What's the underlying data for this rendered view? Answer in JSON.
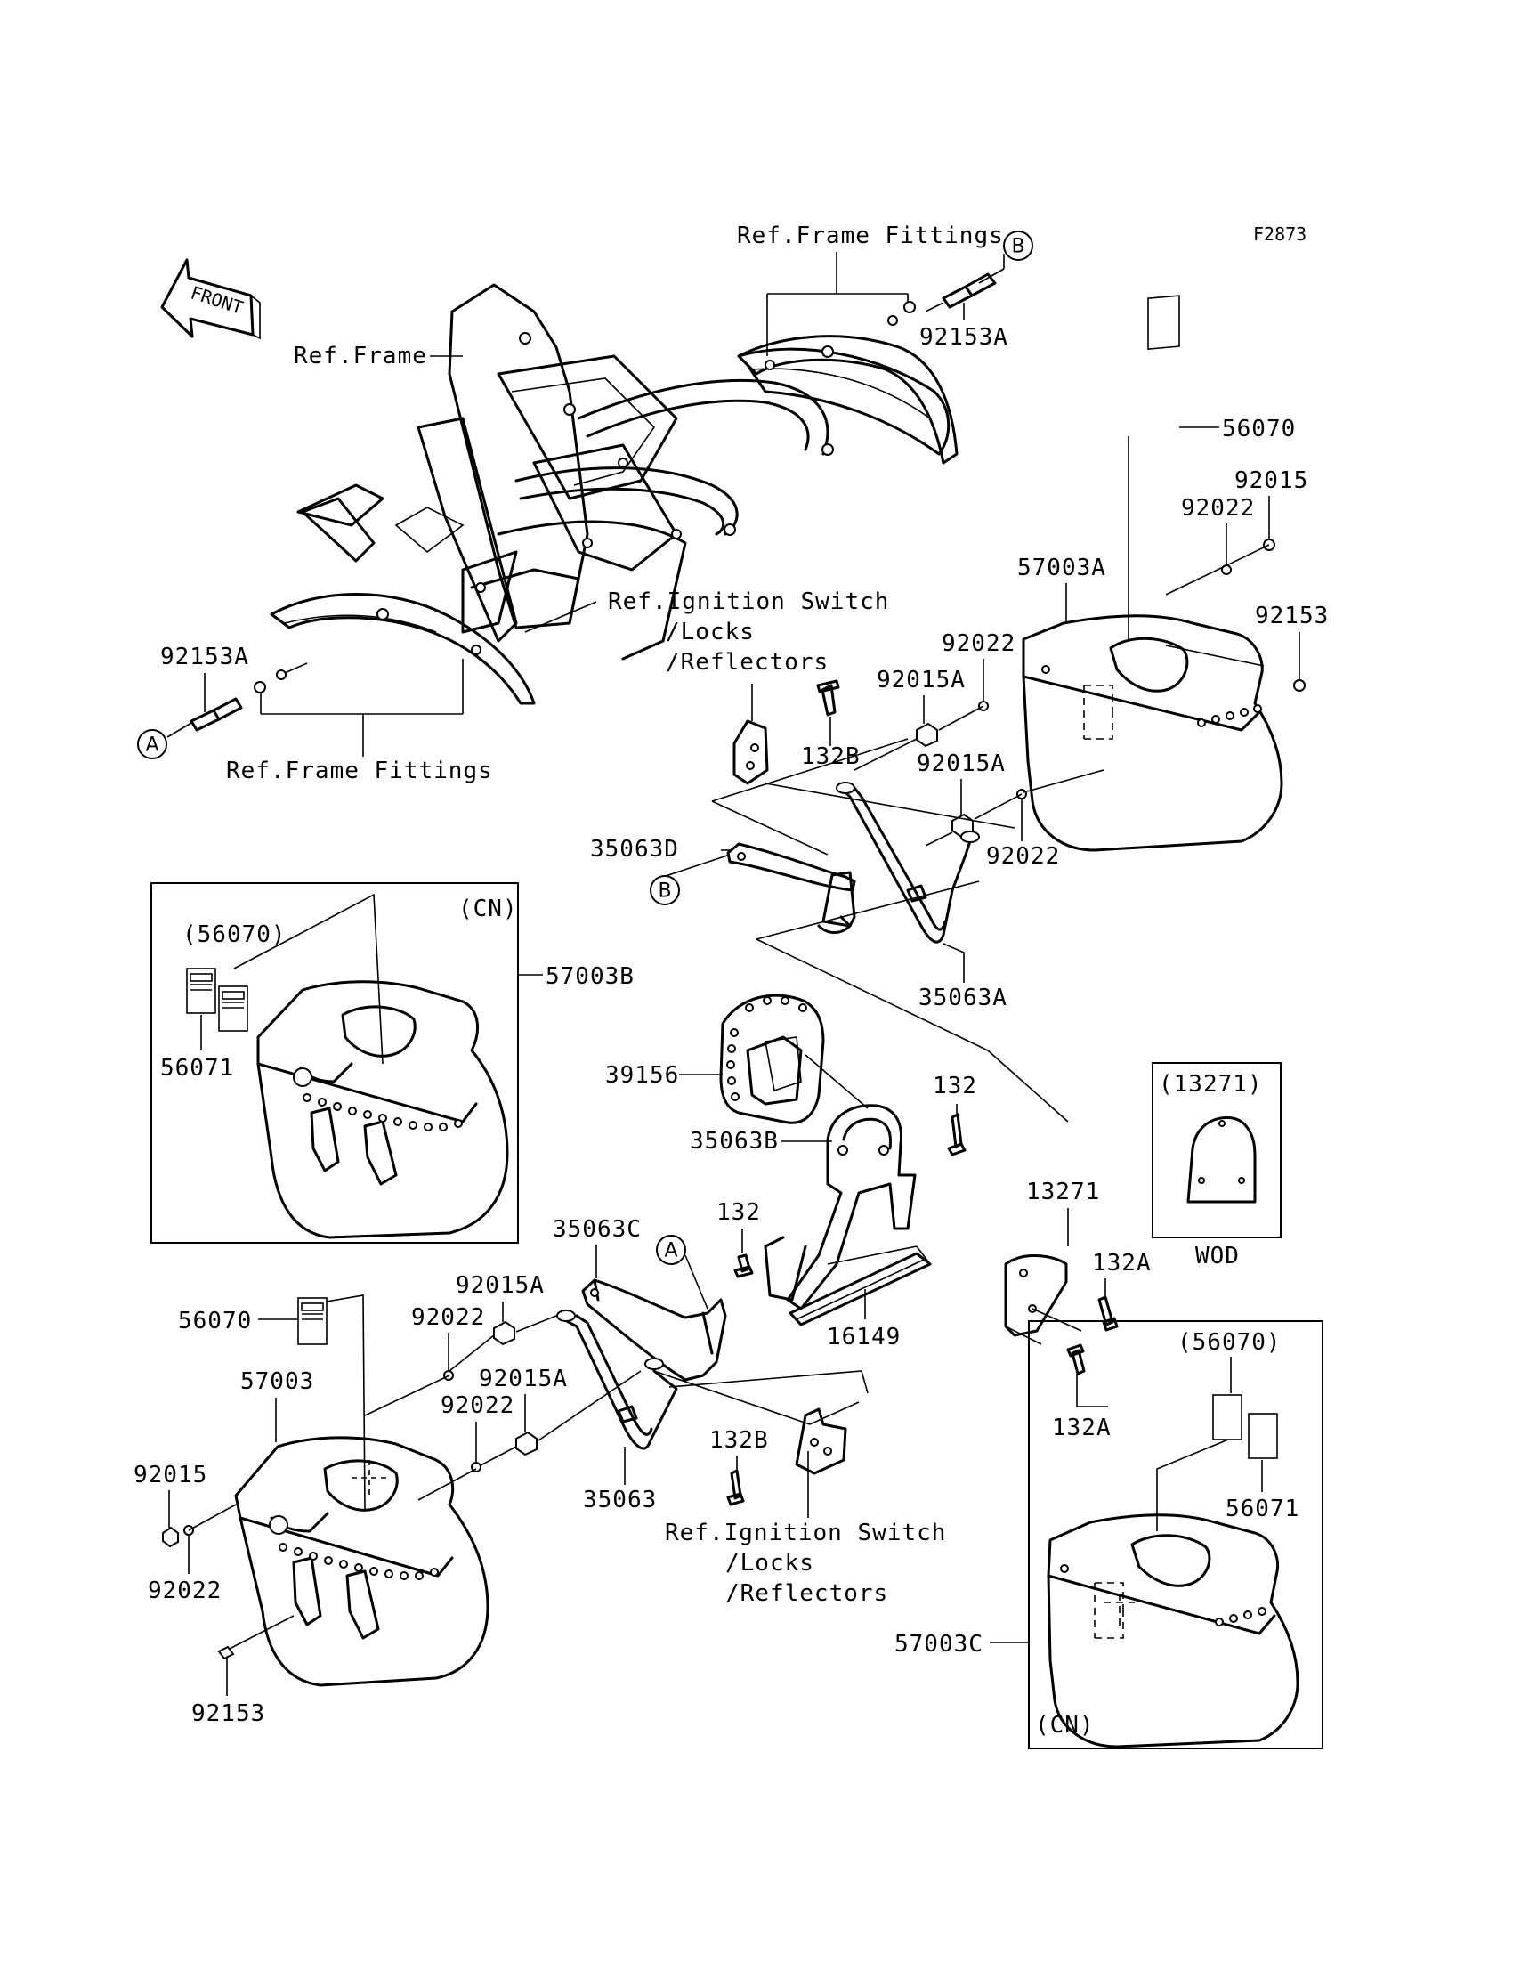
{
  "figure_code": "F2873",
  "direction_arrow": {
    "text": "FRONT"
  },
  "callouts": {
    "a": "A",
    "b": "B"
  },
  "references": {
    "frame": "Ref.Frame",
    "frame_fittings_top": "Ref.Frame Fittings",
    "frame_fittings_left": "Ref.Frame Fittings",
    "ignition_upper": [
      "Ref.Ignition Switch",
      "/Locks",
      "/Reflectors"
    ],
    "ignition_lower": [
      "Ref.Ignition Switch",
      "/Locks",
      "/Reflectors"
    ]
  },
  "variant_boxes": {
    "cn_left": {
      "title": "(CN)",
      "decal_ref": "(56070)"
    },
    "wod": {
      "title": "(13271)",
      "caption": "WOD"
    },
    "cn_right": {
      "title": "(CN)",
      "decal_ref": "(56070)"
    }
  },
  "part_labels": {
    "p92153A_top": "92153A",
    "p92153A_left": "92153A",
    "p56070_top": "56070",
    "p92015_top": "92015",
    "p92022_top1": "92022",
    "p57003A": "57003A",
    "p92153_top": "92153",
    "p92022_top2": "92022",
    "p92015A_top1": "92015A",
    "p132B_top": "132B",
    "p92015A_top2": "92015A",
    "p92022_top3": "92022",
    "p35063D": "35063D",
    "p35063A": "35063A",
    "p57003B": "57003B",
    "p56071_left": "56071",
    "p39156": "39156",
    "p35063B": "35063B",
    "p132_a": "132",
    "p13271": "13271",
    "p132A_1": "132A",
    "p35063C": "35063C",
    "p132_b": "132",
    "p16149": "16149",
    "p56070_bottom": "56070",
    "p92015A_bot1": "92015A",
    "p92022_bot1": "92022",
    "p57003": "57003",
    "p92015A_bot2": "92015A",
    "p92022_bot2": "92022",
    "p92015_bottom": "92015",
    "p92022_bot3": "92022",
    "p35063": "35063",
    "p132B_bottom": "132B",
    "p132A_2": "132A",
    "p56070_right": "(56070)",
    "p56071_right": "56071",
    "p57003C": "57003C",
    "p92153_bottom": "92153"
  }
}
